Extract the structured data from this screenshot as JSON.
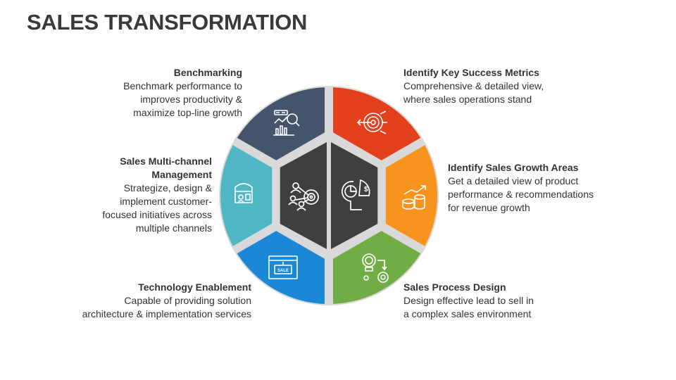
{
  "title": "SALES TRANSFORMATION",
  "colors": {
    "benchmarking": "#44546a",
    "metrics": "#e3401c",
    "growth": "#f8931d",
    "process": "#70ad47",
    "technology": "#1b88d6",
    "multichannel": "#4fb6c3",
    "center": "#3f3f3f",
    "gap": "#d9d9d9"
  },
  "segments": [
    {
      "key": "benchmarking",
      "heading": "Benchmarking",
      "desc": [
        "Benchmark performance to",
        "improves productivity &",
        "maximize top-line growth"
      ],
      "icon": "benchmark-chart-icon"
    },
    {
      "key": "metrics",
      "heading": "Identify Key Success Metrics",
      "desc": [
        "Comprehensive & detailed view,",
        "where sales operations stand"
      ],
      "icon": "target-icon"
    },
    {
      "key": "growth",
      "heading": "Identify Sales Growth Areas",
      "desc": [
        "Get a detailed view of product",
        "performance & recommendations",
        "for revenue growth"
      ],
      "icon": "growth-coins-icon"
    },
    {
      "key": "process",
      "heading": "Sales Process Design",
      "desc": [
        "Design effective lead to sell in",
        "a complex sales environment"
      ],
      "icon": "process-gears-icon"
    },
    {
      "key": "technology",
      "heading": "Technology Enablement",
      "desc": [
        "Capable of providing solution",
        "architecture & implementation services"
      ],
      "icon": "sale-screen-icon"
    },
    {
      "key": "multichannel",
      "heading_lines": [
        "Sales Multi-channel",
        "Management"
      ],
      "desc": [
        "Strategize, design &",
        "implement customer-",
        "focused initiatives across",
        "multiple channels"
      ],
      "icon": "storefront-icon"
    }
  ],
  "center_icons": [
    "people-target-icon",
    "head-chart-icon"
  ],
  "sale_sign_text": "SALE"
}
